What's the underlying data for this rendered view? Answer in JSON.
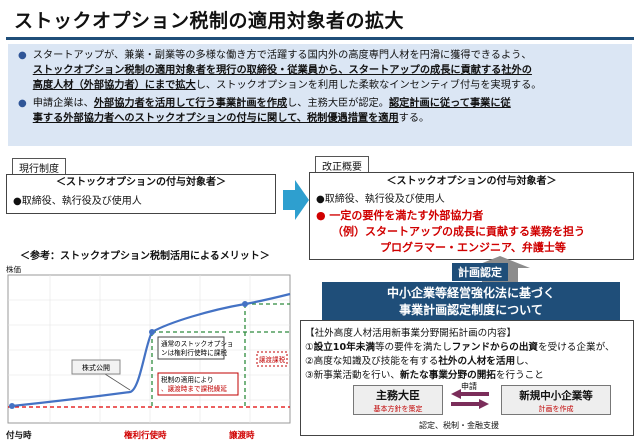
{
  "title": "ストックオプション税制の適用対象者の拡大",
  "summary": {
    "b1_l1": "スタートアップが、兼業・副業等の多様な働き方で活躍する国内外の高度専門人材を円滑に獲得できるよう、",
    "b1_l2": "ストックオプション税制の適用対象者を現行の取締役・従業員から、スタートアップの成長に貢献する社外の",
    "b1_l3a": "高度人材（外部協力者）にまで拡大",
    "b1_l3b": "し、ストックオプションを利用した柔軟なインセンティブ付与を実現する。",
    "b2_l1a": "申請企業は、",
    "b2_l1b": "外部協力者を活用して行う事業計画を作成",
    "b2_l1c": "し、主務大臣が認定。",
    "b2_l1d": "認定計画に従って事業に従",
    "b2_l2": "事する外部協力者へのストックオプションの付与に関して、税制優遇措置を適用",
    "b2_l2end": "する。"
  },
  "current": {
    "tag": "現行制度",
    "head": "＜ストックオプションの付与対象者＞",
    "item": "●取締役、執行役及び使用人"
  },
  "proposal": {
    "tag": "改正概要",
    "head": "＜ストックオプションの付与対象者＞",
    "item": "●取締役、執行役及び使用人",
    "red1": "● 一定の要件を満たす外部協力者",
    "red2": "（例）スタートアップの成長に貢献する業務を担う",
    "red3": "プログラマー・エンジニア、弁護士等"
  },
  "cert_label": "計画認定",
  "system": {
    "line1": "中小企業等経営強化法に基づく",
    "line2": "事業計画認定制度について"
  },
  "detail": {
    "head": "【社外高度人材活用新事業分野開拓計画の内容】",
    "i1a": "①",
    "i1b": "設立10年未満",
    "i1c": "等の要件を満たし",
    "i1d": "ファンドからの出資",
    "i1e": "を受ける企業が、",
    "i2a": "②高度な知識及び技能を有する",
    "i2b": "社外の人材を活用",
    "i2c": "し、",
    "i3a": "③新事業活動を行い、",
    "i3b": "新たな事業分野の開拓",
    "i3c": "を行うこと",
    "minister": "主務大臣",
    "minister_sub": "基本方針を策定",
    "apply": "申請",
    "company": "新規中小企業等",
    "company_sub": "計画を作成",
    "footer": "認定、税制・金融支援"
  },
  "chart_data": {
    "type": "line",
    "title": "＜参考：ストックオプション税制活用によるメリット＞",
    "ylabel": "株価",
    "x_ticks": [
      "付与時",
      "権利行使時",
      "譲渡時"
    ],
    "annotations": [
      "株式公開",
      "通常のストックオプションは権利行使時に課税",
      "税制の適用により、譲渡時まで課税繰延",
      "譲渡課税"
    ],
    "colors": {
      "line": "#4472c4",
      "red": "#e00000",
      "green": "#2e8b3d"
    }
  }
}
